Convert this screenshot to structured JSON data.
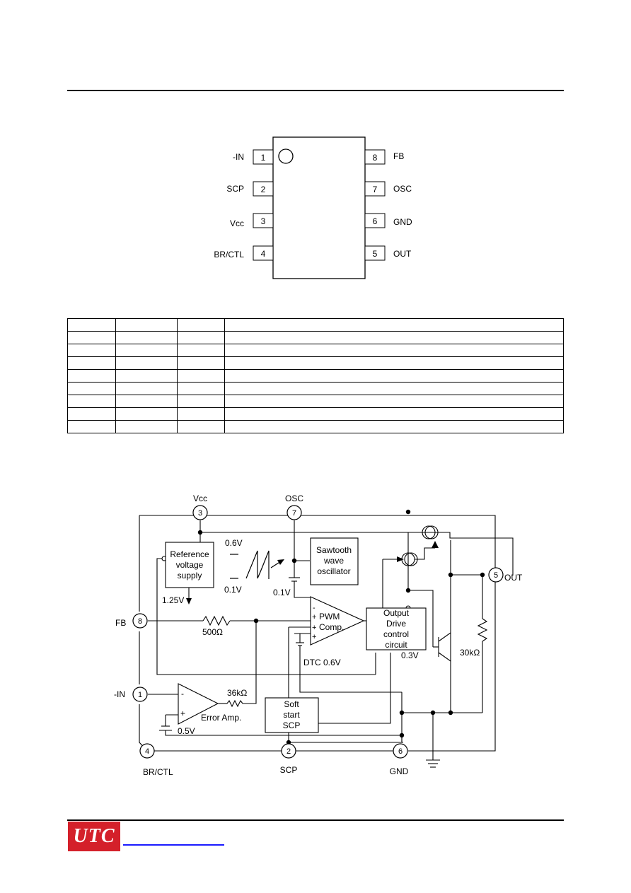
{
  "header": {},
  "pinout": {
    "pins_left": [
      {
        "num": "1",
        "name": "-IN"
      },
      {
        "num": "2",
        "name": "SCP"
      },
      {
        "num": "3",
        "name": "Vcc"
      },
      {
        "num": "4",
        "name": "BR/CTL"
      }
    ],
    "pins_right": [
      {
        "num": "8",
        "name": "FB"
      },
      {
        "num": "7",
        "name": "OSC"
      },
      {
        "num": "6",
        "name": "GND"
      },
      {
        "num": "5",
        "name": "OUT"
      }
    ]
  },
  "pin_table": {
    "rows": [
      [
        "",
        "",
        "",
        ""
      ],
      [
        "",
        "",
        "",
        ""
      ],
      [
        "",
        "",
        "",
        ""
      ],
      [
        "",
        "",
        "",
        ""
      ],
      [
        "",
        "",
        "",
        ""
      ],
      [
        "",
        "",
        "",
        ""
      ],
      [
        "",
        "",
        "",
        ""
      ],
      [
        "",
        "",
        "",
        ""
      ],
      [
        "",
        "",
        "",
        ""
      ]
    ]
  },
  "block_diagram": {
    "pins": {
      "vcc": {
        "num": "3",
        "label": "Vcc"
      },
      "osc": {
        "num": "7",
        "label": "OSC"
      },
      "fb": {
        "num": "8",
        "label": "FB"
      },
      "in": {
        "num": "1",
        "label": "-IN"
      },
      "br": {
        "num": "4",
        "label": "BR/CTL"
      },
      "scp": {
        "num": "2",
        "label": "SCP"
      },
      "gnd": {
        "num": "6",
        "label": "GND"
      },
      "out": {
        "num": "5",
        "label": "OUT"
      }
    },
    "ref": {
      "l1": "Reference",
      "l2": "voltage",
      "l3": "supply"
    },
    "saw": {
      "l1": "Sawtooth",
      "l2": "wave",
      "l3": "oscillator"
    },
    "drv": {
      "l1": "Output",
      "l2": "Drive",
      "l3": "control",
      "l4": "circuit"
    },
    "soft": {
      "l1": "Soft",
      "l2": "start",
      "l3": "SCP"
    },
    "pwm": {
      "minus": "-",
      "plus1": "+",
      "plus2": "+",
      "plus3": "+",
      "l1": "PWM",
      "l2": "Comp."
    },
    "ea": {
      "minus": "-",
      "plus": "+",
      "label": "Error Amp."
    },
    "labels": {
      "v06": "0.6V",
      "v01a": "0.1V",
      "v01b": "0.1V",
      "v125": "1.25V",
      "r500": "500Ω",
      "r36k": "36kΩ",
      "r30k": "30kΩ",
      "dtc": "DTC 0.6V",
      "v03": "0.3V",
      "v05": "0.5V"
    }
  },
  "footer": {
    "logo_text": "UTC"
  }
}
